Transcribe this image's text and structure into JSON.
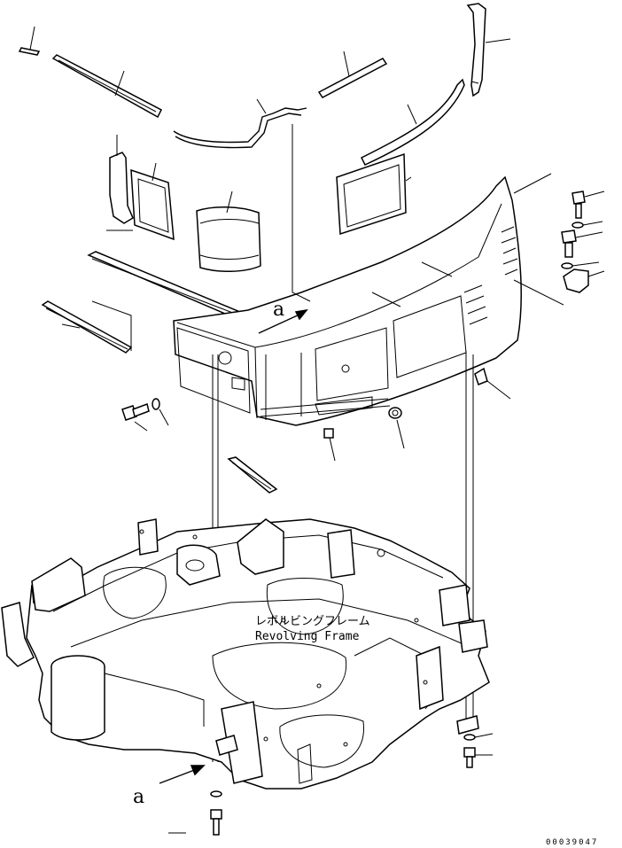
{
  "labels": {
    "frame_name_jp": "レボルビングフレーム",
    "frame_name_en": "Revolving Frame",
    "view_marker_top": "a",
    "view_marker_bottom": "a",
    "drawing_code": "00039047"
  },
  "icons": {
    "arrow_top": "arrow-icon",
    "arrow_bottom": "arrow-icon"
  }
}
